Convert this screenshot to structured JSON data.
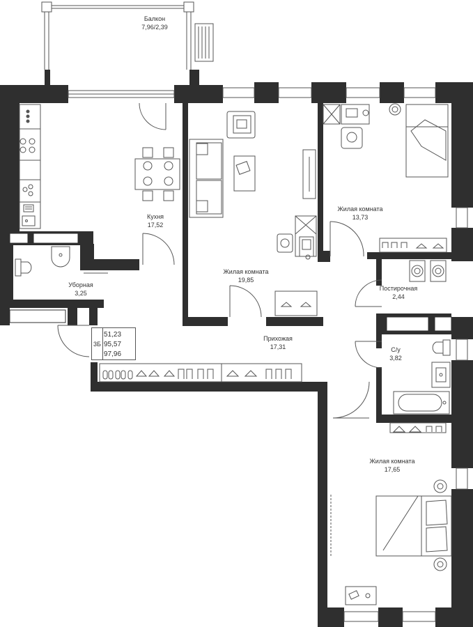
{
  "colors": {
    "wall": "#2f2f2f",
    "line": "#555555",
    "text": "#333333",
    "background": "#ffffff"
  },
  "rooms": [
    {
      "key": "balcony",
      "name": "Балкон",
      "area": "7,96/2,39"
    },
    {
      "key": "kitchen",
      "name": "Кухня",
      "area": "17,52"
    },
    {
      "key": "toilet",
      "name": "Уборная",
      "area": "3,25"
    },
    {
      "key": "living1",
      "name": "Жилая комната",
      "area": "19,85"
    },
    {
      "key": "living2",
      "name": "Жилая комната",
      "area": "13,73"
    },
    {
      "key": "laundry",
      "name": "Постирочная",
      "area": "2,44"
    },
    {
      "key": "hall",
      "name": "Прихожая",
      "area": "17,31"
    },
    {
      "key": "bathroom",
      "name": "С/у",
      "area": "3,82"
    },
    {
      "key": "living3",
      "name": "Жилая комната",
      "area": "17,65"
    }
  ],
  "apartment": {
    "code": "3Б",
    "areas": [
      "51,23",
      "95,57",
      "97,96"
    ]
  },
  "icons": [
    "sink-icon",
    "stove-icon",
    "dining-table-icon",
    "sofa-icon",
    "armchair-icon",
    "bed-icon",
    "desk-icon",
    "toilet-icon",
    "bathtub-icon",
    "washing-machine-icon",
    "hanger-icon"
  ]
}
